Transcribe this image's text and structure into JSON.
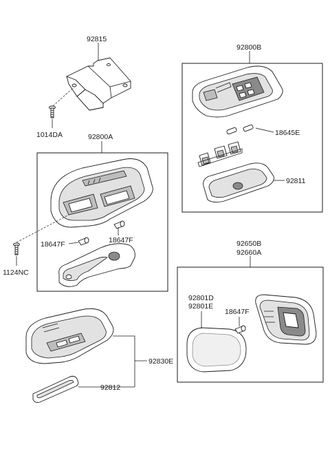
{
  "labels": {
    "p92815": "92815",
    "p1014DA": "1014DA",
    "p92800A": "92800A",
    "p92800B": "92800B",
    "p18645E": "18645E",
    "p92811": "92811",
    "p18647F_a": "18647F",
    "p18647F_b": "18647F",
    "p1124NC": "1124NC",
    "p92650B": "92650B",
    "p92660A": "92660A",
    "p92801D": "92801D",
    "p92801E": "92801E",
    "p18647F_c": "18647F",
    "p92830E": "92830E",
    "p92812": "92812"
  },
  "colors": {
    "line": "#1a1a1a",
    "part_shade": "#bdbdbd",
    "part_light": "#e2e2e2",
    "part_dark": "#8a8a8a",
    "background": "#ffffff"
  }
}
